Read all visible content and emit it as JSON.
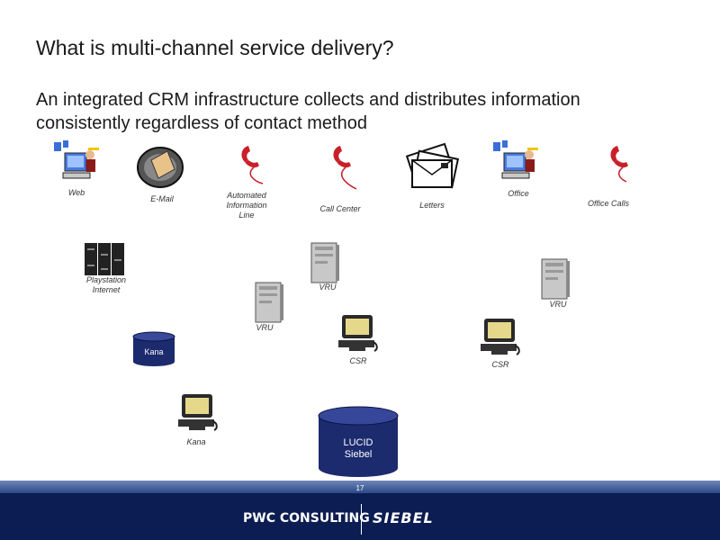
{
  "title": "What is multi-channel service delivery?",
  "subtitle": "An integrated CRM infrastructure collects and distributes information consistently regardless of contact method",
  "channels": {
    "web": "Web",
    "email": "E-Mail",
    "automated_line_1": "Automated",
    "automated_line_2": "Information",
    "automated_line_3": "Line",
    "call_center": "Call Center",
    "letters": "Letters",
    "office": "Office",
    "office_calls": "Office Calls"
  },
  "systems": {
    "playstation_line_1": "Playstation",
    "playstation_line_2": "Internet",
    "vru_center": "VRU",
    "vru_right": "VRU",
    "vru_left": "VRU",
    "kana_db": "Kana",
    "csr_center": "CSR",
    "csr_right": "CSR",
    "kana_agent": "Kana",
    "lucid_line_1": "LUCID",
    "lucid_line_2": "Siebel"
  },
  "footer": {
    "page_number": "17",
    "pwc_logo_text": "PWC CONSULTING",
    "siebel_logo_text": "SIEBEL"
  },
  "colors": {
    "footer_bar": "#0b1d52",
    "db_fill": "#1c2a6e",
    "phone_red": "#c8202a"
  }
}
